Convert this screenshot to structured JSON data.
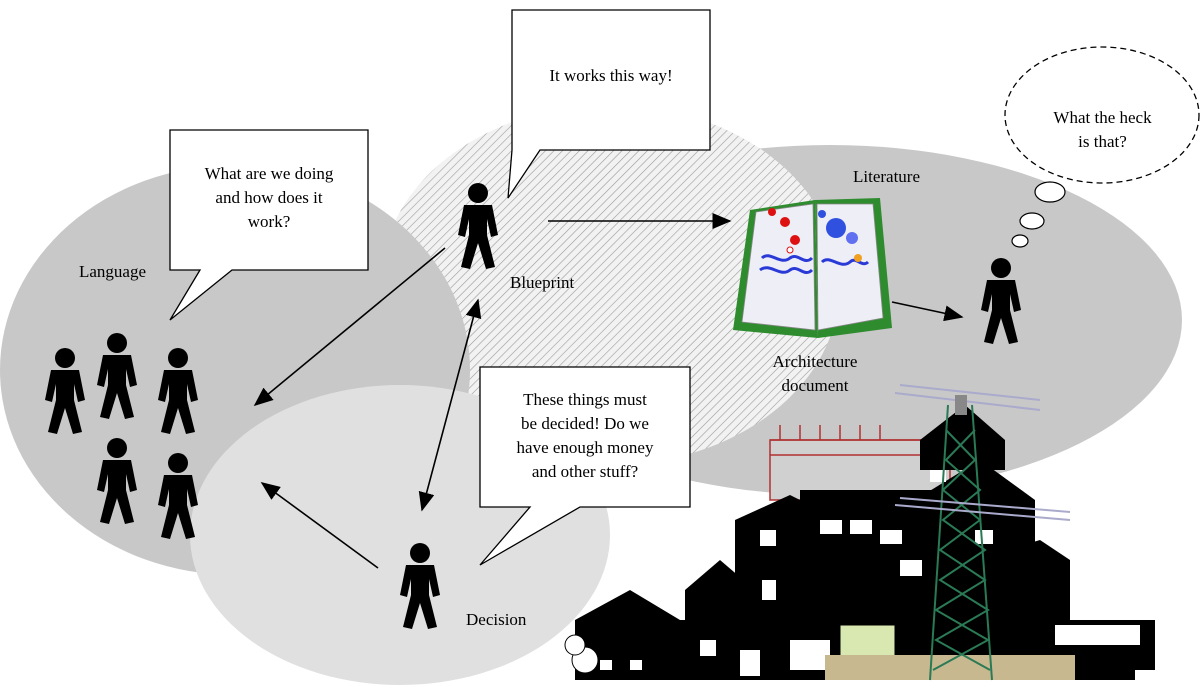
{
  "labels": {
    "language": "Language",
    "blueprint": "Blueprint",
    "literature": "Literature",
    "decision": "Decision",
    "architecture_document": [
      "Architecture",
      "document"
    ]
  },
  "bubbles": {
    "blueprint_speech": [
      "It works this way!"
    ],
    "language_speech": [
      "What are we doing",
      "and how does it",
      "work?"
    ],
    "decision_speech": [
      "These things must",
      "be decided! Do we",
      "have enough money",
      "and other stuff?"
    ],
    "reader_thought": [
      "What the heck",
      "is that?"
    ]
  },
  "colors": {
    "language_ellipse": "#c8c8c8",
    "decision_ellipse": "#e0e0e0",
    "literature_ellipse": "#c8c8c8",
    "blueprint_hatch": "#9a9a9a",
    "figure": "#000000"
  },
  "icons": [
    "person-icon",
    "book-icon",
    "city-skyline-icon",
    "radio-tower-icon"
  ]
}
